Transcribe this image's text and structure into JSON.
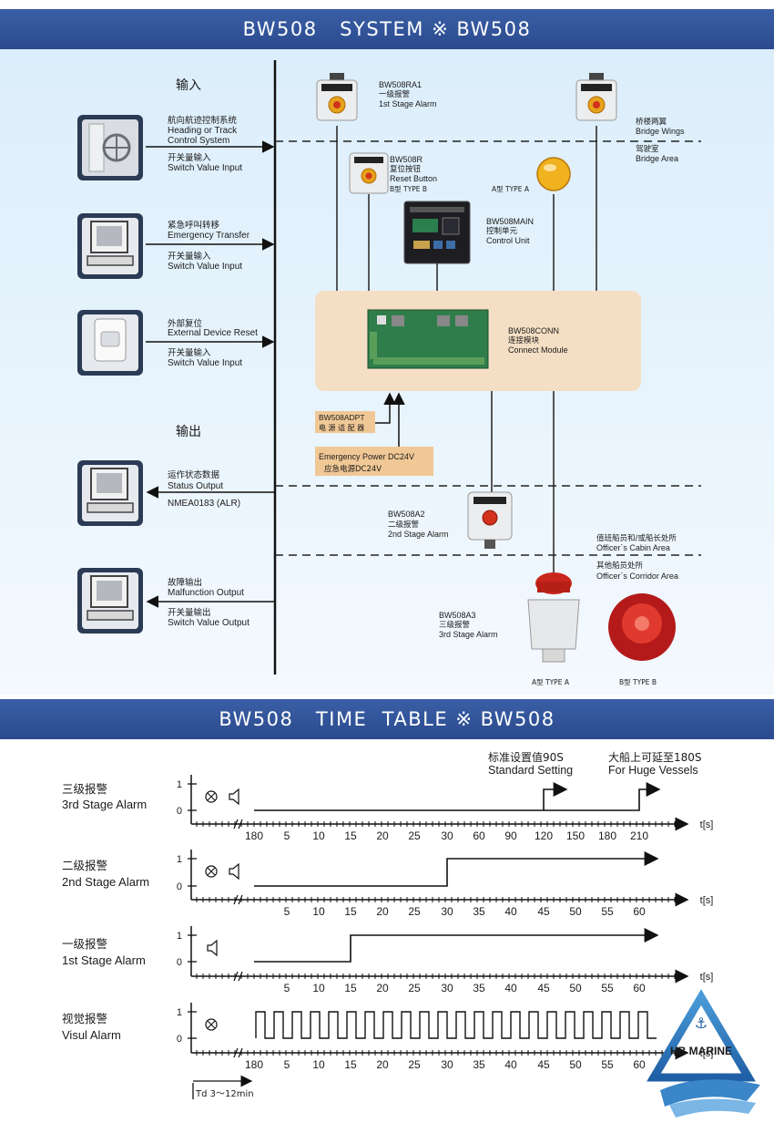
{
  "header_system": {
    "left": "BW508",
    "middle": "SYSTEM",
    "sep": "※",
    "right": "BW508"
  },
  "header_timetable": {
    "left": "BW508",
    "middle": "TIME  TABLE",
    "sep": "※",
    "right": "BW508"
  },
  "inputs_heading": "输入",
  "outputs_heading": "输出",
  "inputs": [
    {
      "zh": "航向航迹控制系统",
      "en1": "Heading or Track",
      "en2": "Control System",
      "zh2": "开关量输入",
      "en3": "Switch Value Input"
    },
    {
      "zh": "紧急呼叫转移",
      "en1": "Emergency Transfer",
      "zh2": "开关量输入",
      "en3": "Switch Value Input"
    },
    {
      "zh": "外部复位",
      "en1": "External Device Reset",
      "zh2": "开关量输入",
      "en3": "Switch Value Input"
    }
  ],
  "outputs": [
    {
      "zh": "运作状态数据",
      "en1": "Status Output",
      "en2": "NMEA0183 (ALR)"
    },
    {
      "zh": "故障输出",
      "en1": "Malfunction Output",
      "zh2": "开关量输出",
      "en2": "Switch Value Output"
    }
  ],
  "devices": {
    "ra1": {
      "code": "BW508RA1",
      "zh": "一级报警",
      "en": "1st Stage Alarm"
    },
    "r": {
      "code": "BW508R",
      "zh": "复位按钮",
      "en": "Reset Button",
      "typeb": "B型    TYPE B",
      "typea": "A型    TYPE A"
    },
    "main": {
      "code": "BW508MAIN",
      "zh": "控制单元",
      "en": "Control Unit"
    },
    "conn": {
      "code": "BW508CONN",
      "zh": "连接模块",
      "en": "Connect Module"
    },
    "adpt": {
      "code": "BW508ADPT",
      "zh": "电 源 适 配 器"
    },
    "power": {
      "en": "Emergency Power DC24V",
      "zh": "应急电源DC24V"
    },
    "a2": {
      "code": "BW508A2",
      "zh": "二级报警",
      "en": "2nd Stage Alarm"
    },
    "a3": {
      "code": "BW508A3",
      "zh": "三级报警",
      "en": "3rd Stage Alarm",
      "typea": "A型    TYPE A",
      "typeb": "B型    TYPE B"
    }
  },
  "areas": [
    {
      "zh": "桥楼两翼",
      "en": "Bridge Wings"
    },
    {
      "zh": "驾驶室",
      "en": "Bridge Area"
    },
    {
      "zh": "值班船员和/或船长处所",
      "en": "Officer`s Cabin Area"
    },
    {
      "zh": "其他船员处所",
      "en": "Officer`s Corridor Area"
    }
  ],
  "timing": {
    "unit": "t[s]",
    "note1_zh": "标准设置值90S",
    "note1_en": "Standard Setting",
    "note2_zh": "大船上可延至180S",
    "note2_en": "For Huge Vessels",
    "ticks_top": [
      "180",
      "5",
      "10",
      "15",
      "20",
      "25",
      "30",
      "60",
      "90",
      "120",
      "150",
      "180",
      "210"
    ],
    "ticks_mid": [
      "5",
      "10",
      "15",
      "20",
      "25",
      "30",
      "35",
      "40",
      "45",
      "50",
      "55",
      "60"
    ],
    "ticks_bottom": [
      "180",
      "5",
      "10",
      "15",
      "20",
      "25",
      "30",
      "35",
      "40",
      "45",
      "50",
      "55",
      "60"
    ],
    "rows": [
      {
        "zh": "三级报警",
        "en": "3rd Stage Alarm"
      },
      {
        "zh": "二级报警",
        "en": "2nd Stage Alarm"
      },
      {
        "zh": "一级报警",
        "en": "1st Stage Alarm"
      },
      {
        "zh": "视觉报警",
        "en": "Visul Alarm"
      }
    ],
    "one": "1",
    "zero": "0",
    "td": "Td  3～12min"
  },
  "logo": "HB MARINE",
  "colors": {
    "header": "#2f4f95",
    "panel": "#f4dfc4",
    "label_box": "#f0c896"
  }
}
